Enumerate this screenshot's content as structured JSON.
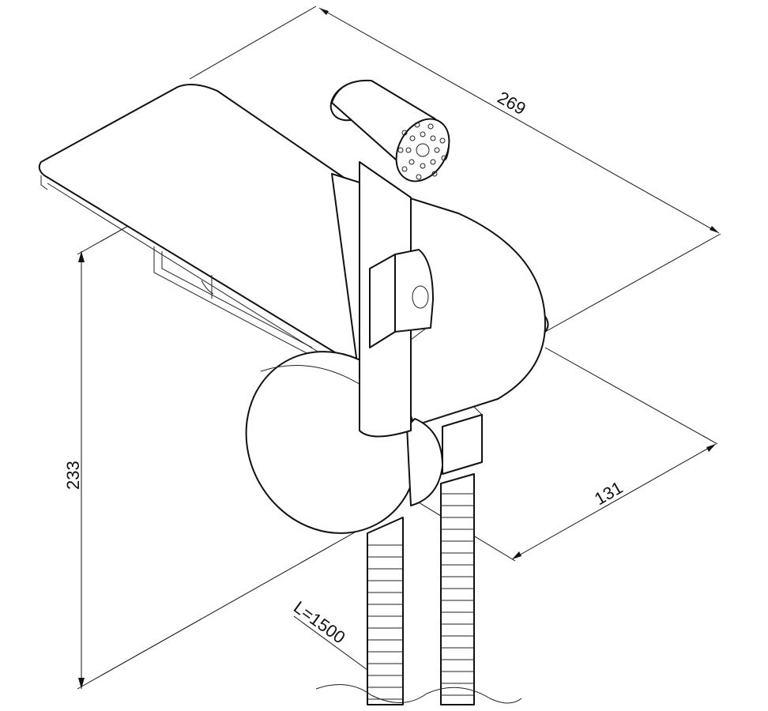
{
  "dimensions": {
    "length": "269",
    "height": "233",
    "depth": "131",
    "hose": "L=1500"
  },
  "colors": {
    "line": "#111111",
    "background": "#ffffff"
  }
}
